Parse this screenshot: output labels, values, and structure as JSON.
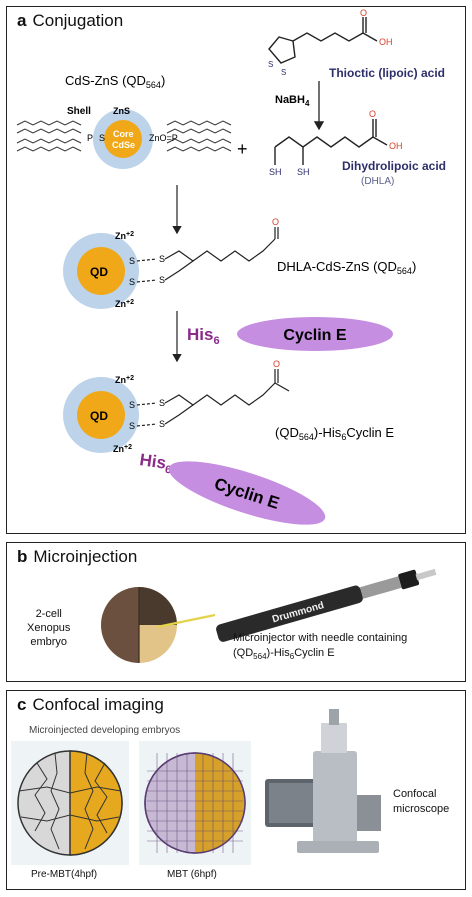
{
  "colors": {
    "qd_core": "#f0a818",
    "qd_shell": "#bcd3ea",
    "his_tag": "#8a2a8a",
    "cyclin": "#c58ee0",
    "label_navy": "#2d2f6b",
    "carbonyl": "#d8402a"
  },
  "panel_a": {
    "letter": "a",
    "title": "Conjugation",
    "qd_label": "CdS-ZnS (QD",
    "qd_sub": "564",
    "qd_label_end": ")",
    "shell": "Shell",
    "zns": "ZnS",
    "core": "Core",
    "cdse": "CdSe",
    "p_s": "P",
    "s": "S",
    "zno_p": "ZnO=P",
    "plus": "+",
    "thioctic": "Thioctic (lipoic) acid",
    "nabh4": "NaBH",
    "nabh4_sub": "4",
    "dihydrolipoic": "Dihydrolipoic acid",
    "dhla": "(DHLA)",
    "sh1": "SH",
    "sh2": "SH",
    "oh1": "OH",
    "oh2": "OH",
    "o1": "O",
    "o2": "O",
    "o3": "O",
    "o4": "O",
    "qd": "QD",
    "zn2": "Zn",
    "zn2_sup": "+2",
    "dhla_qd": "DHLA-CdS-ZnS (QD",
    "dhla_qd_sub": "564",
    "dhla_qd_end": ")",
    "his": "His",
    "his_sub": "6",
    "cyclin": "Cyclin E",
    "final_label": "(QD",
    "final_sub": "564",
    "final_mid": ")-His",
    "final_sub2": "6",
    "final_end": "Cyclin E"
  },
  "panel_b": {
    "letter": "b",
    "title": "Microinjection",
    "embryo_line1": "2-cell",
    "embryo_line2": "Xenopus",
    "embryo_line3": "embryo",
    "brand": "Drummond",
    "injector_line1": "Microinjector with needle containing",
    "injector_line2a": "(QD",
    "injector_sub": "564",
    "injector_line2b": ")-His",
    "injector_sub2": "6",
    "injector_line2c": "Cyclin E"
  },
  "panel_c": {
    "letter": "c",
    "title": "Confocal imaging",
    "subtitle": "Microinjected developing embryos",
    "pre_mbt": "Pre-MBT(4hpf)",
    "mbt": "MBT (6hpf)",
    "microscope_line1": "Confocal",
    "microscope_line2": "microscope"
  }
}
